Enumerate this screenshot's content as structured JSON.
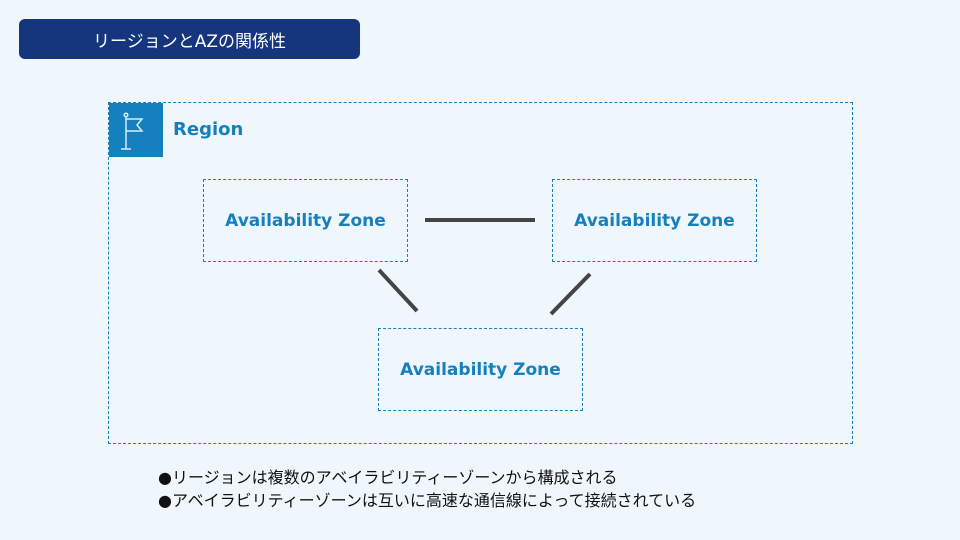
{
  "title": "リージョンとAZの関係性",
  "region": {
    "label": "Region",
    "icon": "flag-icon"
  },
  "zones": [
    "Availability Zone",
    "Availability Zone",
    "Availability Zone"
  ],
  "notes": [
    "●リージョンは複数のアベイラビリティーゾーンから構成される",
    "●アベイラビリティーゾーンは互いに高速な通信線によって接続されている"
  ],
  "colors": {
    "accent": "#1580bd",
    "title_bg": "#15367c",
    "line": "#444444"
  }
}
